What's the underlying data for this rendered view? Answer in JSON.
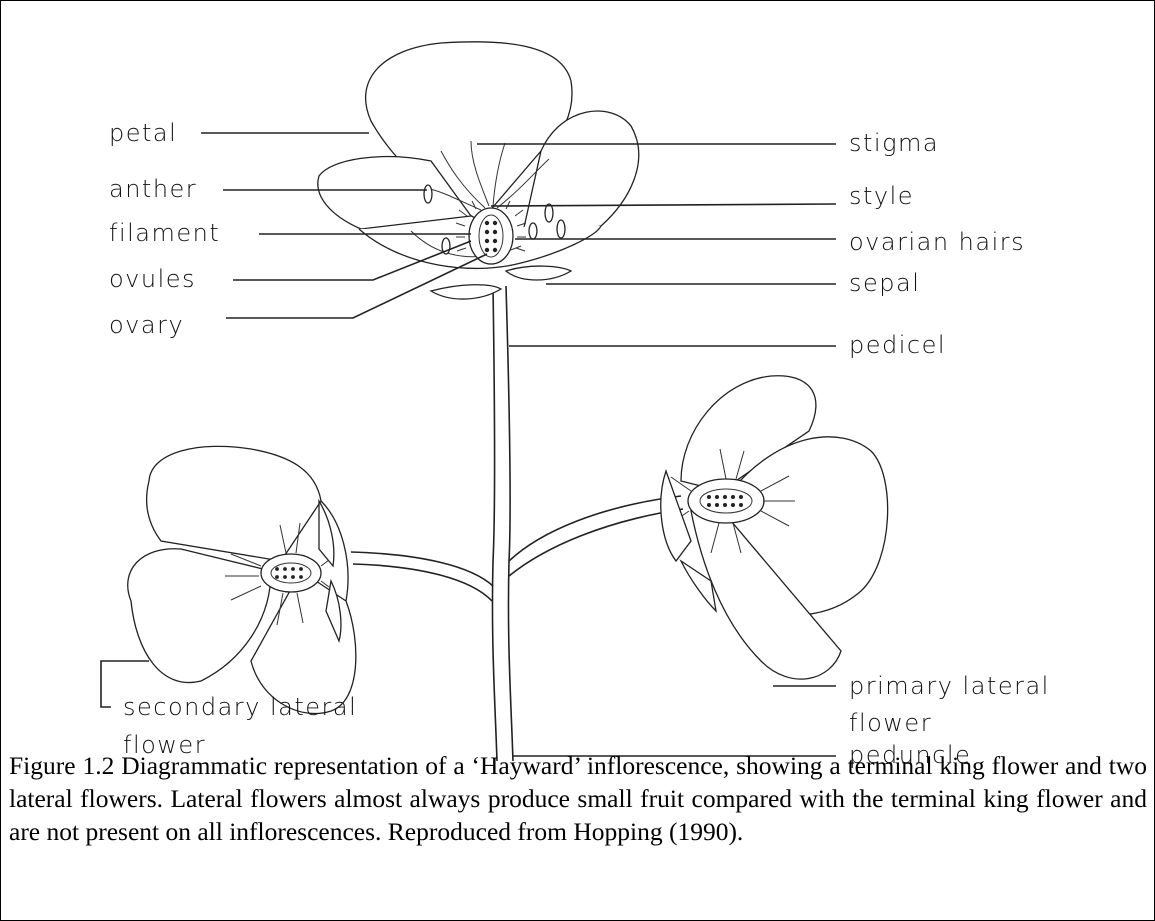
{
  "labels": {
    "petal": "petal",
    "anther": "anther",
    "filament": "filament",
    "ovules": "ovules",
    "ovary": "ovary",
    "stigma": "stigma",
    "style": "style",
    "ovarian_hairs": "ovarian hairs",
    "sepal": "sepal",
    "pedicel": "pedicel",
    "primary_lateral_line1": "primary lateral",
    "primary_lateral_line2": "flower",
    "secondary_lateral_line1": "secondary lateral",
    "secondary_lateral_line2": "flower",
    "peduncle": "peduncle"
  },
  "caption": "Figure 1.2 Diagrammatic representation of a ‘Hayward’ inflorescence, showing a terminal king flower and two lateral flowers. Lateral flowers almost always produce small fruit compared with the terminal king flower and are not present on all inflorescences. Reproduced from Hopping (1990)."
}
